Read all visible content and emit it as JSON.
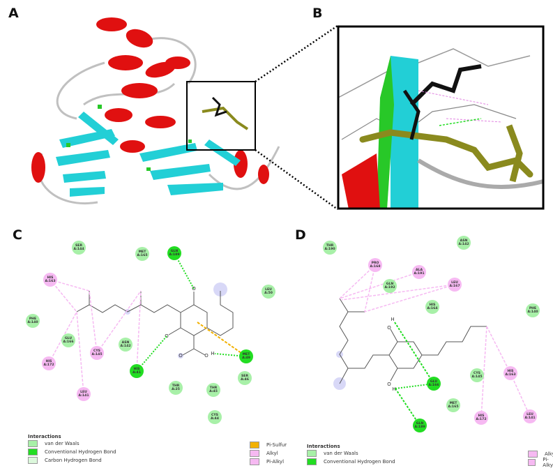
{
  "panels": {
    "a": "A",
    "b": "B",
    "c": "C",
    "d": "D"
  },
  "colors": {
    "helix": "#e01010",
    "sheet": "#22cfd6",
    "turn": "#28c828",
    "coil": "#bbbbbb",
    "ligand_black": "#111111",
    "ligand_olive": "#8a8a1e",
    "van_der_waals": "#a8f0a8",
    "conventional_hbond": "#22dd22",
    "carbon_hbond": "#dcf8dc",
    "pi_sulfur": "#f2b100",
    "alkyl": "#f6b9f2"
  },
  "panel_c": {
    "residues": [
      {
        "name": "SER",
        "id": "A:144",
        "type": "vdw"
      },
      {
        "name": "MET",
        "id": "A:165",
        "type": "vdw"
      },
      {
        "name": "GLN",
        "id": "A:189",
        "type": "hb"
      },
      {
        "name": "LEU",
        "id": "A:50",
        "type": "vdw"
      },
      {
        "name": "HIS",
        "id": "A:163",
        "type": "alk"
      },
      {
        "name": "PHE",
        "id": "A:140",
        "type": "vdw"
      },
      {
        "name": "GLU",
        "id": "A:166",
        "type": "vdw"
      },
      {
        "name": "CYS",
        "id": "A:145",
        "type": "alk"
      },
      {
        "name": "ASN",
        "id": "A:142",
        "type": "vdw"
      },
      {
        "name": "HIS",
        "id": "A:172",
        "type": "alk"
      },
      {
        "name": "HIS",
        "id": "A:41",
        "type": "hb"
      },
      {
        "name": "MET",
        "id": "A:49",
        "type": "hb"
      },
      {
        "name": "SER",
        "id": "A:46",
        "type": "vdw"
      },
      {
        "name": "THR",
        "id": "A:25",
        "type": "vdw"
      },
      {
        "name": "THR",
        "id": "A:45",
        "type": "vdw"
      },
      {
        "name": "CYS",
        "id": "A:44",
        "type": "vdw"
      },
      {
        "name": "LEU",
        "id": "A:141",
        "type": "alk"
      }
    ],
    "legend": {
      "title": "Interactions",
      "left": [
        {
          "label": "van der Waals",
          "color": "#a8f0a8"
        },
        {
          "label": "Conventional Hydrogen Bond",
          "color": "#22dd22"
        },
        {
          "label": "Carbon Hydrogen Bond",
          "color": "#dcf8dc"
        }
      ],
      "right": [
        {
          "label": "Pi-Sulfur",
          "color": "#f2b100"
        },
        {
          "label": "Alkyl",
          "color": "#f6b9f2"
        },
        {
          "label": "Pi-Alkyl",
          "color": "#f6b9f2"
        }
      ]
    }
  },
  "panel_d": {
    "residues": [
      {
        "name": "THR",
        "id": "A:190",
        "type": "vdw"
      },
      {
        "name": "ASN",
        "id": "A:142",
        "type": "vdw"
      },
      {
        "name": "PRO",
        "id": "A:168",
        "type": "alk"
      },
      {
        "name": "ALA",
        "id": "A:191",
        "type": "alk"
      },
      {
        "name": "LEU",
        "id": "A:167",
        "type": "alk"
      },
      {
        "name": "GLN",
        "id": "A:192",
        "type": "vdw"
      },
      {
        "name": "HIS",
        "id": "A:164",
        "type": "vdw"
      },
      {
        "name": "PHE",
        "id": "A:140",
        "type": "vdw"
      },
      {
        "name": "CYS",
        "id": "A:145",
        "type": "vdw"
      },
      {
        "name": "HIS",
        "id": "A:163",
        "type": "alk"
      },
      {
        "name": "GLU",
        "id": "A:166",
        "type": "hb"
      },
      {
        "name": "MET",
        "id": "A:165",
        "type": "vdw"
      },
      {
        "name": "HIS",
        "id": "A:172",
        "type": "alk"
      },
      {
        "name": "LEU",
        "id": "A:141",
        "type": "alk"
      },
      {
        "name": "GLN",
        "id": "A:189",
        "type": "hb"
      }
    ],
    "legend": {
      "title": "Interactions",
      "left": [
        {
          "label": "van der Waals",
          "color": "#a8f0a8"
        },
        {
          "label": "Conventional Hydrogen Bond",
          "color": "#22dd22"
        }
      ],
      "right": [
        {
          "label": "Alkyl",
          "color": "#f6b9f2"
        },
        {
          "label": "Pi-Alkyl",
          "color": "#f6b9f2"
        }
      ]
    }
  },
  "atoms": {
    "o": "O",
    "h": "H"
  }
}
